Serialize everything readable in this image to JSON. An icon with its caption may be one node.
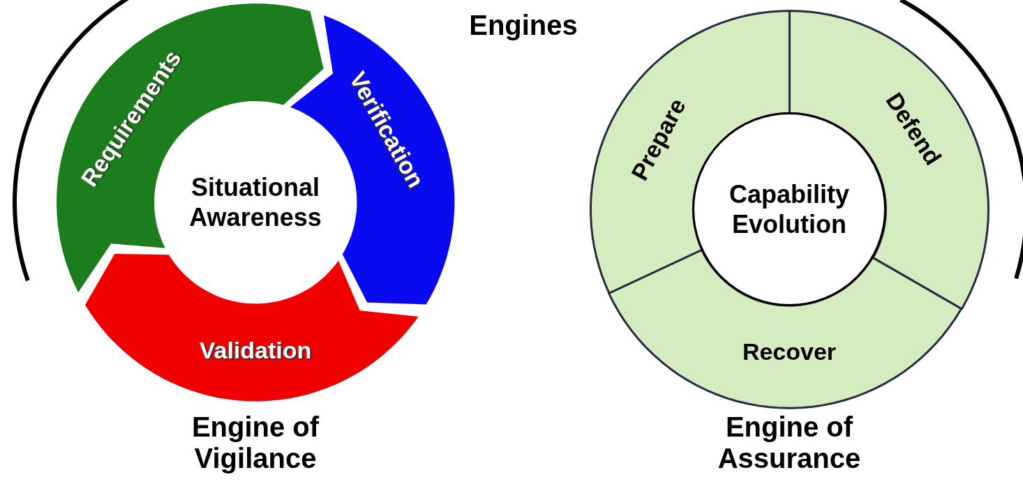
{
  "diagram": {
    "title": "Engines",
    "nodes": [
      {
        "text": [
          "Situational Awareness"
        ]
      },
      {
        "text": [
          "Requirements"
        ]
      },
      {
        "text": [
          "Verification"
        ]
      },
      {
        "text": [
          "Validation"
        ]
      },
      {
        "text": [
          "Capability Evolution"
        ]
      },
      {
        "text": [
          "Prepare"
        ]
      },
      {
        "text": [
          "Defend"
        ]
      },
      {
        "text": [
          "Recover"
        ]
      }
    ],
    "labels": [
      "Engine of Vigilance",
      "Engine of Assurance"
    ]
  }
}
